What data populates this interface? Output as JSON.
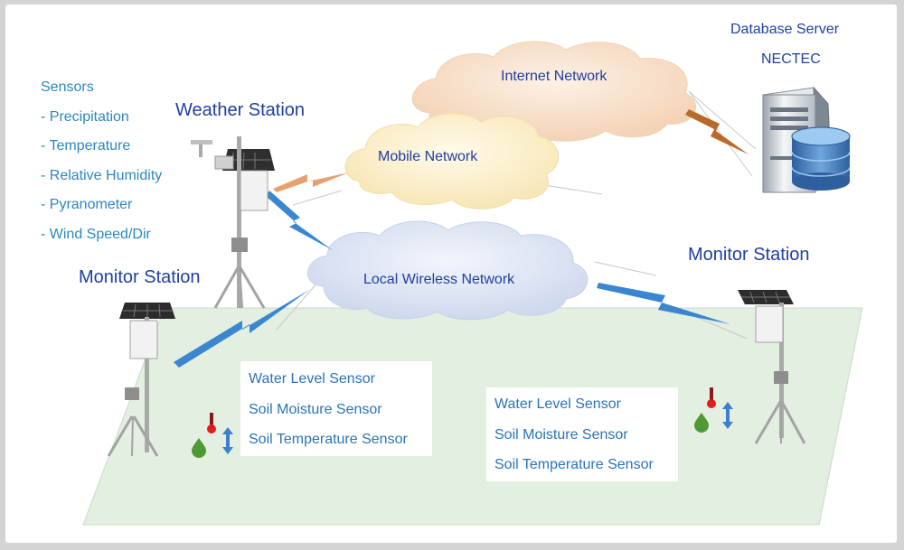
{
  "sensors_panel": {
    "title": "Sensors",
    "items": [
      "- Precipitation",
      "- Temperature",
      "- Relative Humidity",
      "- Pyranometer",
      "- Wind Speed/Dir"
    ]
  },
  "stations": {
    "weather": "Weather Station",
    "monitor_left": "Monitor Station",
    "monitor_right": "Monitor Station"
  },
  "networks": {
    "internet": "Internet Network",
    "mobile": "Mobile Network",
    "local": "Local Wireless Network"
  },
  "database": {
    "line1": "Database Server",
    "line2": "NECTEC"
  },
  "field_sensors": [
    {
      "items": [
        "Water Level Sensor",
        "Soil Moisture Sensor",
        "Soil Temperature Sensor"
      ]
    },
    {
      "items": [
        "Water Level Sensor",
        "Soil Moisture Sensor",
        "Soil Temperature Sensor"
      ]
    }
  ],
  "colors": {
    "title_blue": "#1f3fa0",
    "sensor_blue": "#2a87c0",
    "field_green": "#e3efe1",
    "cloud_orange": "#f8ddc4",
    "cloud_yellow": "#fcefc6",
    "cloud_blue": "#dde4f3",
    "link_blue": "#3a86d0",
    "link_orange": "#e8a070",
    "link_brown": "#b86a2c"
  }
}
